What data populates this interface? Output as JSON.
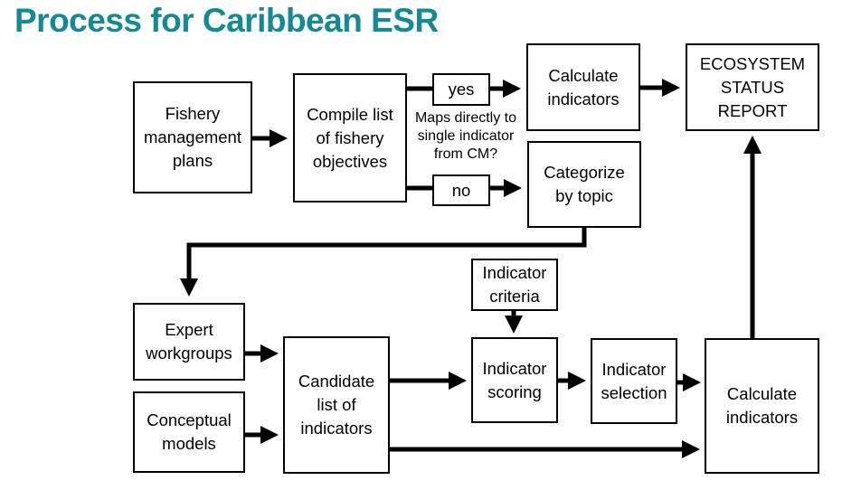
{
  "title": "Process for Caribbean ESR",
  "boxes": {
    "fishery_plans": "Fishery\nmanagement\nplans",
    "compile_objectives": "Compile list\nof fishery\nobjectives",
    "yes": "yes",
    "no": "no",
    "calculate_top": "Calculate\nindicators",
    "categorize": "Categorize\nby topic",
    "esr": "ECOSYSTEM\nSTATUS\nREPORT",
    "expert_workgroups": "Expert\nworkgroups",
    "conceptual_models": "Conceptual\nmodels",
    "candidate_list": "Candidate\nlist of\nindicators",
    "indicator_criteria": "Indicator\ncriteria",
    "indicator_scoring": "Indicator\nscoring",
    "indicator_selection": "Indicator\nselection",
    "calculate_bottom": "Calculate\nindicators"
  },
  "decision_question": "Maps directly to\nsingle indicator\nfrom CM?"
}
